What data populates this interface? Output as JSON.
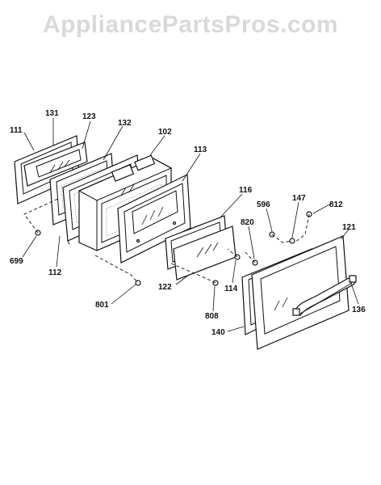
{
  "watermark": "AppliancePartsPros.com",
  "parts": {
    "p111": "111",
    "p131": "131",
    "p123": "123",
    "p132": "132",
    "p102": "102",
    "p113": "113",
    "p699": "699",
    "p112": "112",
    "p116": "116",
    "p596": "596",
    "p147": "147",
    "p812": "812",
    "p820": "820",
    "p121": "121",
    "p801": "801",
    "p122": "122",
    "p114": "114",
    "p808": "808",
    "p136": "136",
    "p140": "140"
  }
}
